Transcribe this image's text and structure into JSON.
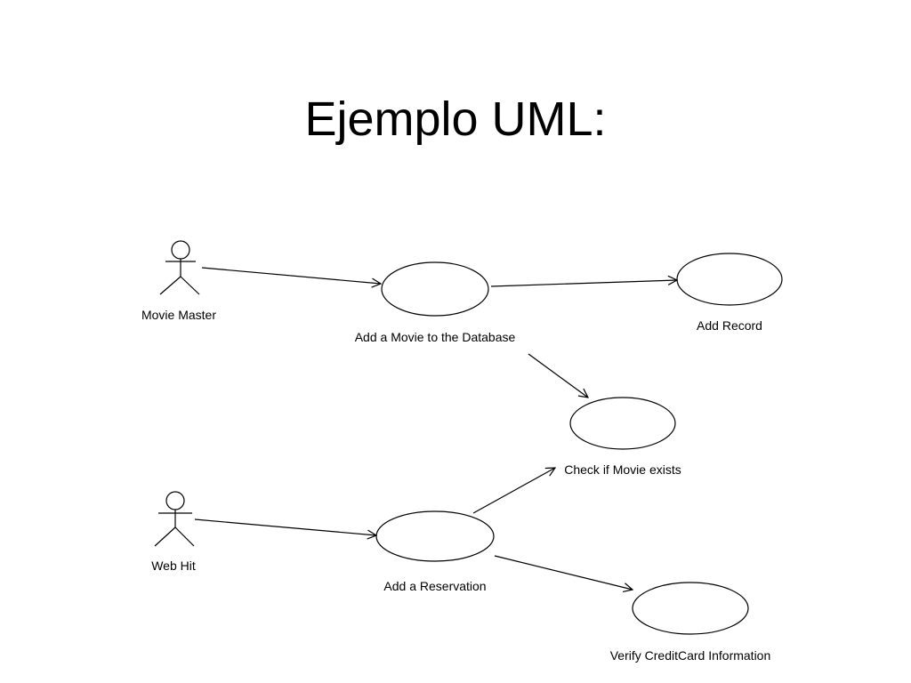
{
  "title": "Ejemplo UML:",
  "diagram": {
    "actors": [
      {
        "id": "movie-master",
        "label": "Movie Master"
      },
      {
        "id": "web-hit",
        "label": "Web Hit"
      }
    ],
    "use_cases": [
      {
        "id": "add-movie",
        "label": "Add a Movie to the Database"
      },
      {
        "id": "add-record",
        "label": "Add Record"
      },
      {
        "id": "check-movie",
        "label": "Check if Movie exists"
      },
      {
        "id": "add-reservation",
        "label": "Add a Reservation"
      },
      {
        "id": "verify-creditcard",
        "label": "Verify CreditCard Information"
      }
    ],
    "associations": [
      {
        "from": "movie-master",
        "to": "add-movie"
      },
      {
        "from": "add-movie",
        "to": "add-record"
      },
      {
        "from": "add-movie",
        "to": "check-movie"
      },
      {
        "from": "web-hit",
        "to": "add-reservation"
      },
      {
        "from": "add-reservation",
        "to": "check-movie"
      },
      {
        "from": "add-reservation",
        "to": "verify-creditcard"
      }
    ]
  }
}
